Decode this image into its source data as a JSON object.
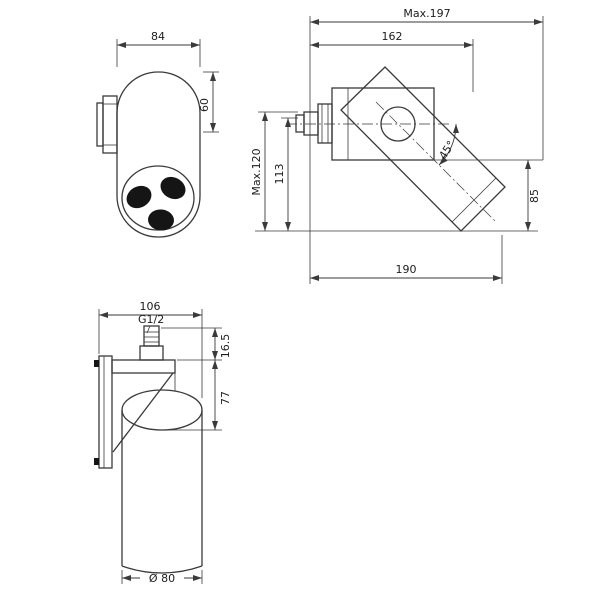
{
  "colors": {
    "line": "#3a3a3a",
    "nozzle": "#151515"
  },
  "front_view": {
    "dim_width": "84",
    "dim_height": "60"
  },
  "side_view": {
    "dim_max_width": "Max.197",
    "dim_body_length": "162",
    "dim_max_height": "Max.120",
    "dim_height": "113",
    "dim_angle": "45°",
    "dim_drop": "85",
    "dim_depth": "190"
  },
  "bottom_view": {
    "dim_width": "106",
    "dim_thread_height": "16.5",
    "thread_label": "G1/2",
    "dim_body_top": "77",
    "dim_diameter": "Ø 80"
  }
}
